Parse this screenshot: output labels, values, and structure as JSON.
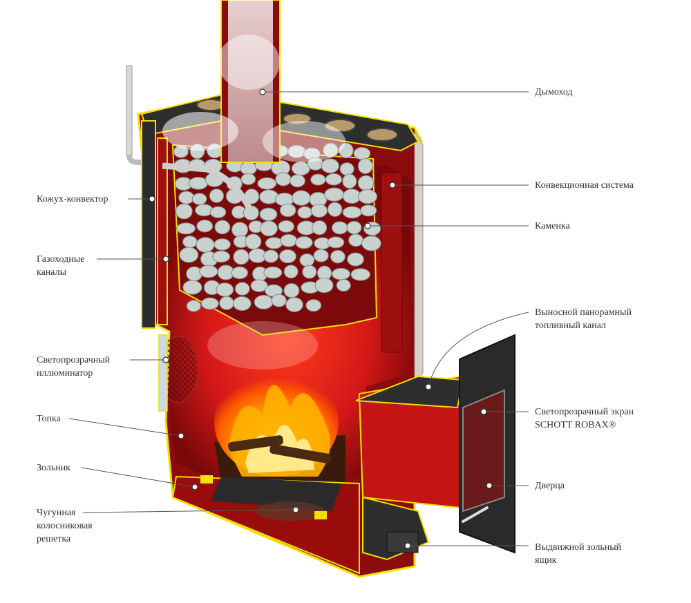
{
  "labels": {
    "chimney": "Дымоход",
    "convection_system": "Конвекционная система",
    "stone_chamber": "Каменка",
    "remote_fuel_channel": [
      "Выносной панорамный",
      "топливный канал"
    ],
    "glass_screen": [
      "Светопрозрачный экран",
      "SCHOTT ROBAX®"
    ],
    "door": "Дверца",
    "ash_drawer": [
      "Выдвижной зольный",
      "ящик"
    ],
    "casing_convector": "Кожух-конвектор",
    "gas_channels": [
      "Газоходные",
      "каналы"
    ],
    "illuminator": [
      "Светопрозрачный",
      "иллюминатор"
    ],
    "firebox": "Топка",
    "ashpit": "Зольник",
    "grate": [
      "Чугунная",
      "колосниковая",
      "решетка"
    ]
  },
  "colors": {
    "body_red": "#8a0c0c",
    "inner_red": "#c41414",
    "yellow_edge": "#f0e000",
    "steel_dark": "#2b2b2b",
    "stone": "#c9d2cf",
    "flame": "#ff8c00",
    "leader_line": "#555555",
    "text": "#333333"
  }
}
